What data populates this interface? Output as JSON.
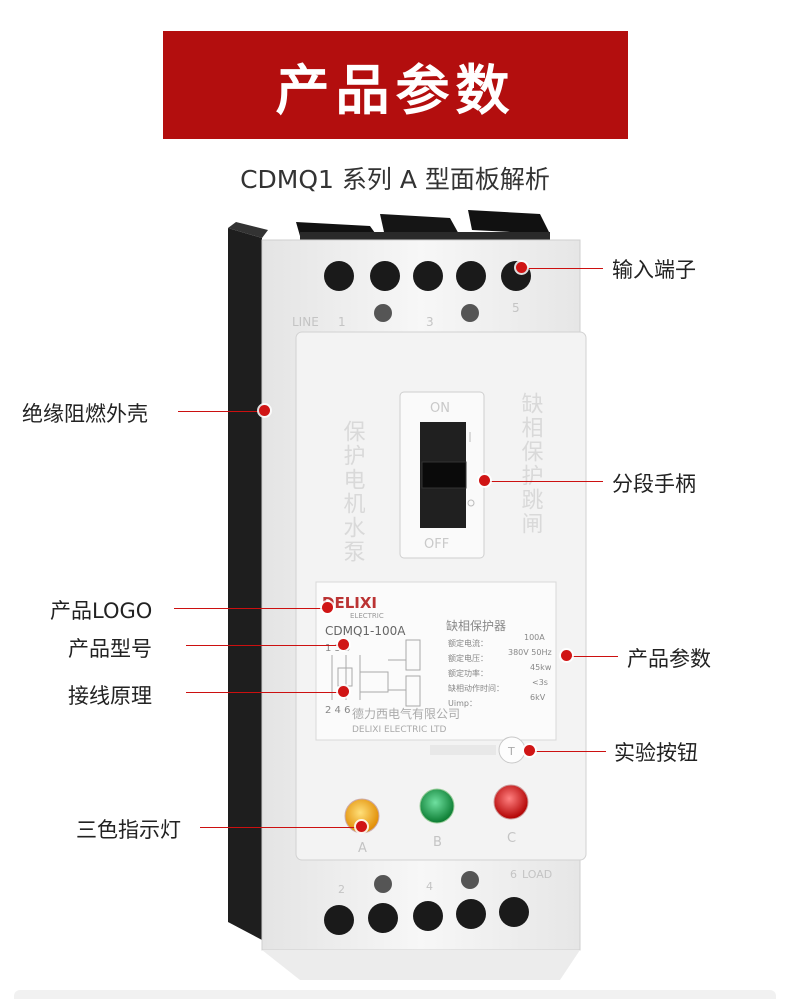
{
  "header": {
    "title": "产品参数"
  },
  "subtitle": "CDMQ1 系列 A 型面板解析",
  "callouts": {
    "input_terminal": "输入端子",
    "housing": "绝缘阻燃外壳",
    "handle": "分段手柄",
    "logo": "产品LOGO",
    "model": "产品型号",
    "wiring": "接线原理",
    "params": "产品参数",
    "test_button": "实验按钮",
    "indicator": "三色指示灯"
  },
  "device": {
    "line_label": "LINE",
    "top_terminal_numbers": [
      "1",
      "3",
      "5"
    ],
    "bottom_terminal_numbers": [
      "2",
      "4",
      "6"
    ],
    "load_label": "LOAD",
    "switch_on": "ON",
    "switch_off": "OFF",
    "left_vertical_text": "保护电机水泵",
    "right_vertical_text": "缺相保护跳闸",
    "brand": "DELIXI",
    "brand_sub": "ELECTRIC",
    "model_code": "CDMQ1-100A",
    "product_name": "缺相保护器",
    "spec_labels": [
      "额定电流：",
      "额定电压：",
      "额定功率：",
      "缺相动作时间：",
      "Uimp："
    ],
    "spec_values": [
      "100A",
      "380V 50Hz",
      "45kw",
      "<3s",
      "6kV"
    ],
    "diagram_terminals_top": "1 3 5",
    "diagram_terminals_bottom": "2 4 6",
    "company_cn": "德力西电气有限公司",
    "company_en": "DELIXI ELECTRIC LTD",
    "test_label": "T",
    "lamp_letters": [
      "A",
      "B",
      "C"
    ],
    "lamp_colors": [
      "#f3a21a",
      "#0f9e3f",
      "#d81818"
    ]
  },
  "colors": {
    "accent": "#b30e0e",
    "callout": "#cc1010"
  }
}
